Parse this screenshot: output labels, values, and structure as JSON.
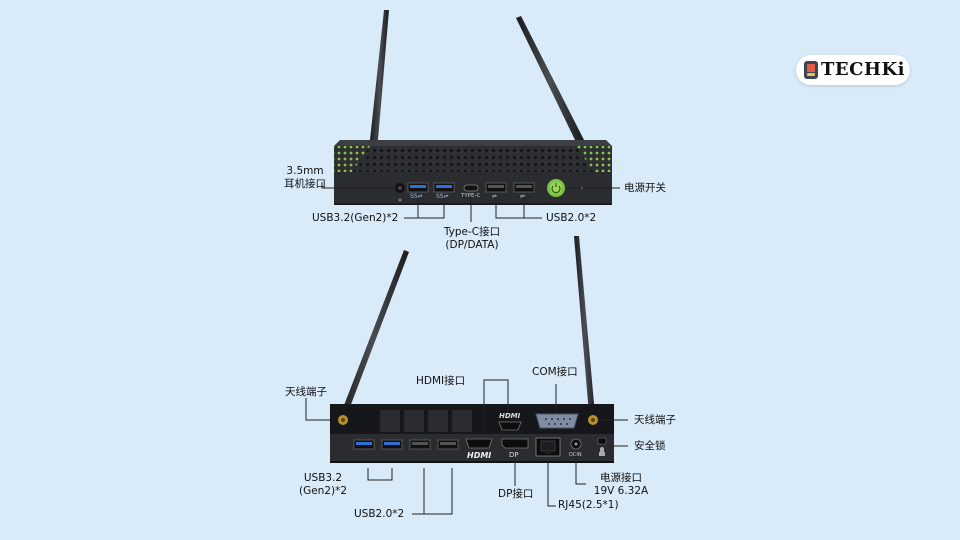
{
  "brand": {
    "logo_text": "TECHKi"
  },
  "top_view": {
    "labels": {
      "audio": [
        "3.5mm",
        "耳机接口"
      ],
      "usb32": "USB3.2(Gen2)*2",
      "typec": [
        "Type-C接口",
        "(DP/DATA)"
      ],
      "usb20": "USB2.0*2",
      "power_switch": "电源开关"
    },
    "port_marks": {
      "usb32_a": "SS⇌",
      "usb32_b": "SS⇌",
      "typec": "TYPE-C",
      "usb20_a": "⇌",
      "usb20_b": "⇌"
    }
  },
  "bottom_view": {
    "labels": {
      "antenna_left": "天线端子",
      "antenna_right": "天线端子",
      "hdmi": "HDMI接口",
      "com": "COM接口",
      "security_lock": "安全锁",
      "usb32": [
        "USB3.2",
        "(Gen2)*2"
      ],
      "usb20": "USB2.0*2",
      "dp": "DP接口",
      "power_in": [
        "电源接口",
        "19V 6.32A"
      ],
      "rj45": "RJ45(2.5*1)"
    },
    "port_marks": {
      "hdmi_top": "HDMI",
      "hdmi_bottom": "HDMI",
      "dp": "DP",
      "dc": "DCIN"
    }
  },
  "colors": {
    "background": "#d9eaf8",
    "chassis": "#2b2d31",
    "accent_green": "#8bc34a",
    "usb3_blue": "#2f6fd6"
  }
}
